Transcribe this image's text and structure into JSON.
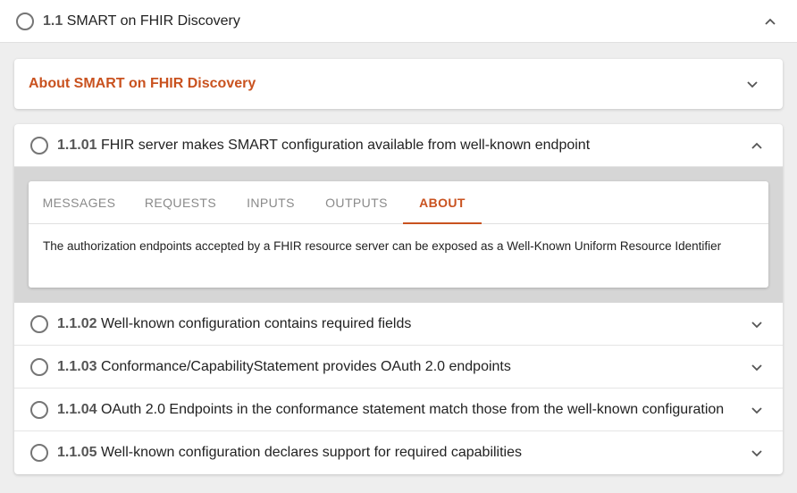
{
  "group": {
    "number": "1.1",
    "title": "SMART on FHIR Discovery"
  },
  "about_section": {
    "title": "About SMART on FHIR Discovery"
  },
  "tests": [
    {
      "number": "1.1.01",
      "title": "FHIR server makes SMART configuration available from well-known endpoint",
      "expanded": true
    },
    {
      "number": "1.1.02",
      "title": "Well-known configuration contains required fields",
      "expanded": false
    },
    {
      "number": "1.1.03",
      "title": "Conformance/CapabilityStatement provides OAuth 2.0 endpoints",
      "expanded": false
    },
    {
      "number": "1.1.04",
      "title": "OAuth 2.0 Endpoints in the conformance statement match those from the well-known configuration",
      "expanded": false
    },
    {
      "number": "1.1.05",
      "title": "Well-known configuration declares support for required capabilities",
      "expanded": false
    }
  ],
  "tabs": {
    "messages": "MESSAGES",
    "requests": "REQUESTS",
    "inputs": "INPUTS",
    "outputs": "OUTPUTS",
    "about": "ABOUT",
    "active": "ABOUT"
  },
  "about_text": "The authorization endpoints accepted by a FHIR resource server can be exposed as a Well-Known Uniform Resource Identifier",
  "colors": {
    "accent": "#c9521f",
    "background": "#eeeeee",
    "detail_background": "#d6d6d6"
  }
}
